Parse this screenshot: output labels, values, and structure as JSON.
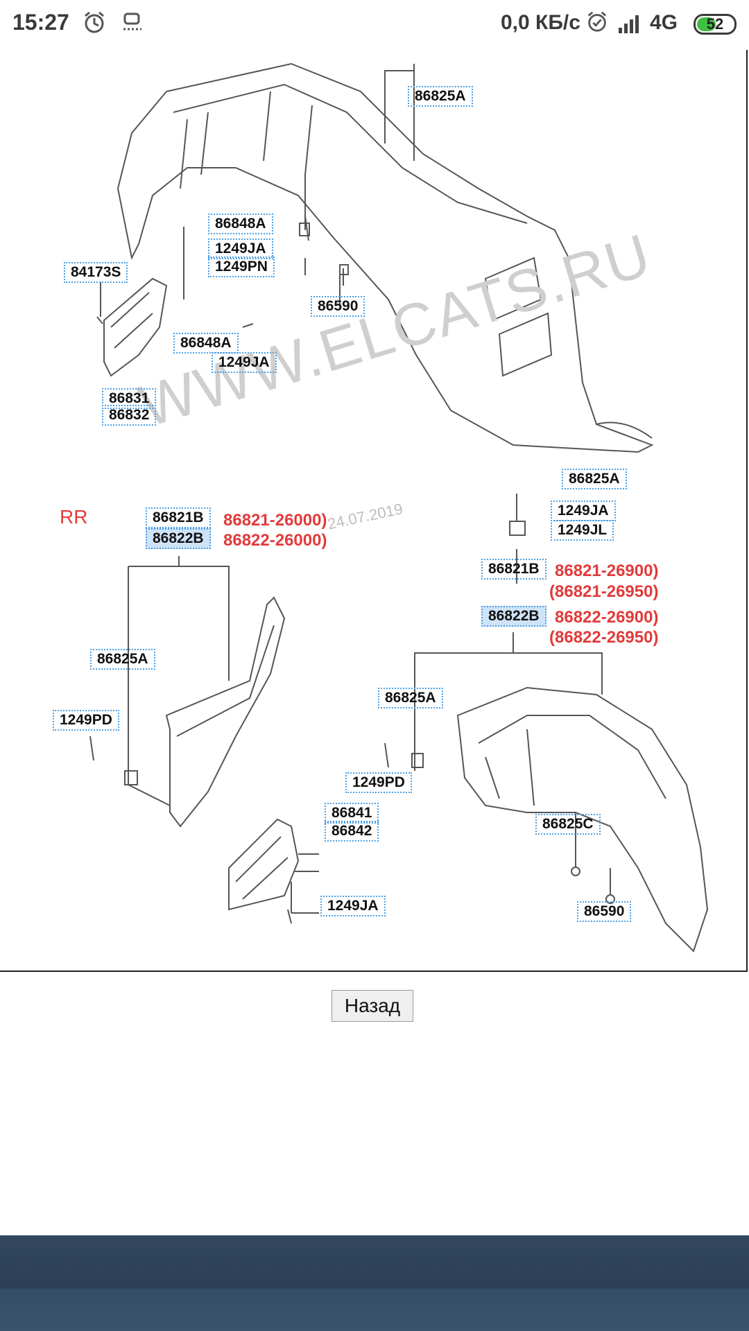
{
  "status_bar": {
    "time": "15:27",
    "speed": "0,0 КБ/с",
    "network": "4G",
    "battery_level": "52",
    "icons": [
      "alarm-icon",
      "screen-cast-icon",
      "alarm-icon",
      "signal-icon"
    ]
  },
  "diagram": {
    "labels": {
      "l_86825a_top": "86825A",
      "l_86848a_a": "86848A",
      "l_1249ja_a": "1249JA",
      "l_1249pn": "1249PN",
      "l_84173s": "84173S",
      "l_86590_top": "86590",
      "l_86848a_b": "86848A",
      "l_1249ja_b": "1249JA",
      "l_86831": "86831",
      "l_86832": "86832",
      "l_86825a_mid": "86825A",
      "l_1249ja_c": "1249JA",
      "l_1249jl": "1249JL",
      "l_86821b_l": "86821B",
      "l_86822b_l": "86822B",
      "l_86821b_r": "86821B",
      "l_86822b_r": "86822B",
      "l_86825a_left": "86825A",
      "l_1249pd_left": "1249PD",
      "l_86825a_right": "86825A",
      "l_1249pd_right": "1249PD",
      "l_86841": "86841",
      "l_86842": "86842",
      "l_86825c": "86825C",
      "l_1249ja_d": "1249JA",
      "l_86590_bottom": "86590"
    },
    "red_notes": {
      "r1": "86821-26000)",
      "r2": "86822-26000)",
      "r3": "86821-26900)",
      "r4": "(86821-26950)",
      "r5": "86822-26900)",
      "r6": "(86822-26950)"
    },
    "section_label": "RR",
    "watermark": "WWW.ELCATS.RU",
    "watermark_date": "24.07.2019"
  },
  "back_button": {
    "label": "Назад"
  },
  "colors": {
    "red": "#e23a3a",
    "label_border": "#4aa0e6",
    "highlight": "#cfe3f7",
    "nav": "#2f455c"
  }
}
